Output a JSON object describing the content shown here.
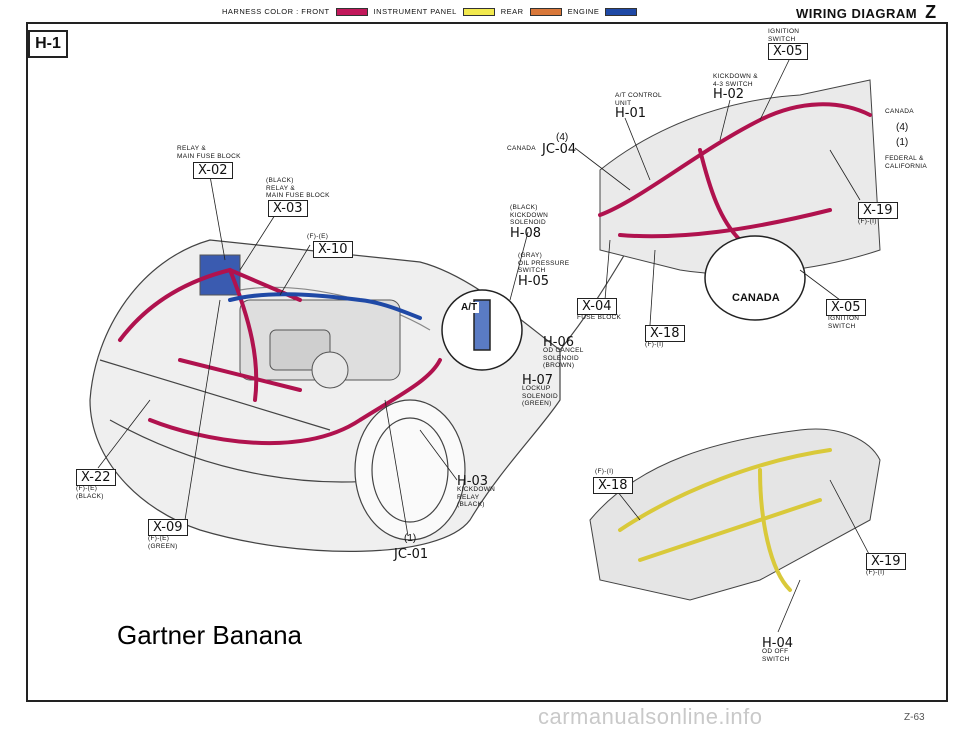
{
  "header": {
    "legend_prefix": "HARNESS COLOR : FRONT",
    "legend_items": [
      {
        "label": "INSTRUMENT PANEL",
        "color": "#f2e94e"
      },
      {
        "label": "REAR",
        "color": "#d9783a"
      },
      {
        "label": "ENGINE",
        "color": "#1f49a6"
      }
    ],
    "front_color": "#c2185b",
    "title": "WIRING DIAGRAM",
    "title_letter": "Z"
  },
  "section_id": "H-1",
  "callouts": {
    "x02_desc": "RELAY &\nMAIN FUSE BLOCK",
    "x02_code": "X-02",
    "x03_desc": "(BLACK)\nRELAY &\nMAIN FUSE BLOCK",
    "x03_code": "X-03",
    "x10_desc": "(F)-(E)",
    "x10_code": "X-10",
    "ign_desc": "IGNITION\nSWITCH",
    "ign_code": "X-05",
    "kick_desc": "KICKDOWN &\n4-3 SWITCH",
    "kick_code": "H-02",
    "atc_desc": "A/T CONTROL\nUNIT",
    "atc_code": "H-01",
    "jc04_prefix": "CANADA",
    "jc04_circle": "4",
    "jc04_code": "JC-04",
    "canada_right": "CANADA",
    "circle4_right": "4",
    "circle1_right": "1",
    "federal_desc": "FEDERAL &\nCALIFORNIA",
    "x19_top_code": "X-19",
    "x19_top_desc": "(F)-(I)",
    "h08_desc": "(BLACK)\nKICKDOWN\nSOLENOID",
    "h08_code": "H-08",
    "h05_desc": "(GRAY)\nOIL PRESSURE\nSWITCH",
    "h05_code": "H-05",
    "x04_code": "X-04",
    "x04_desc": "FUSE BLOCK",
    "canada_badge": "CANADA",
    "x05b_code": "X-05",
    "x05b_desc": "IGNITION\nSWITCH",
    "at_label": "A/T",
    "h06_code": "H-06",
    "h06_desc": "OD CANCEL\nSOLENOID\n(BROWN)",
    "h07_code": "H-07",
    "h07_desc": "LOCKUP\nSOLENOID\n(GREEN)",
    "x18_code": "X-18",
    "x18_desc": "(F)-(I)",
    "x22_code": "X-22",
    "x22_desc": "(F)-(E)\n(BLACK)",
    "x09_code": "X-09",
    "x09_desc": "(F)-(E)\n(GREEN)",
    "h03_code": "H-03",
    "h03_desc": "KICKDOWN\nRELAY\n(BLACK)",
    "jc01_circle": "1",
    "jc01_code": "JC-01",
    "x18b_desc": "(F)-(I)",
    "x18b_code": "X-18",
    "x19b_code": "X-19",
    "x19b_desc": "(F)-(I)",
    "h04_code": "H-04",
    "h04_desc": "OD OFF\nSWITCH"
  },
  "overlay_text": "Gartner Banana",
  "site_watermark": "carmanualsonline.info",
  "page_number": "Z-63"
}
